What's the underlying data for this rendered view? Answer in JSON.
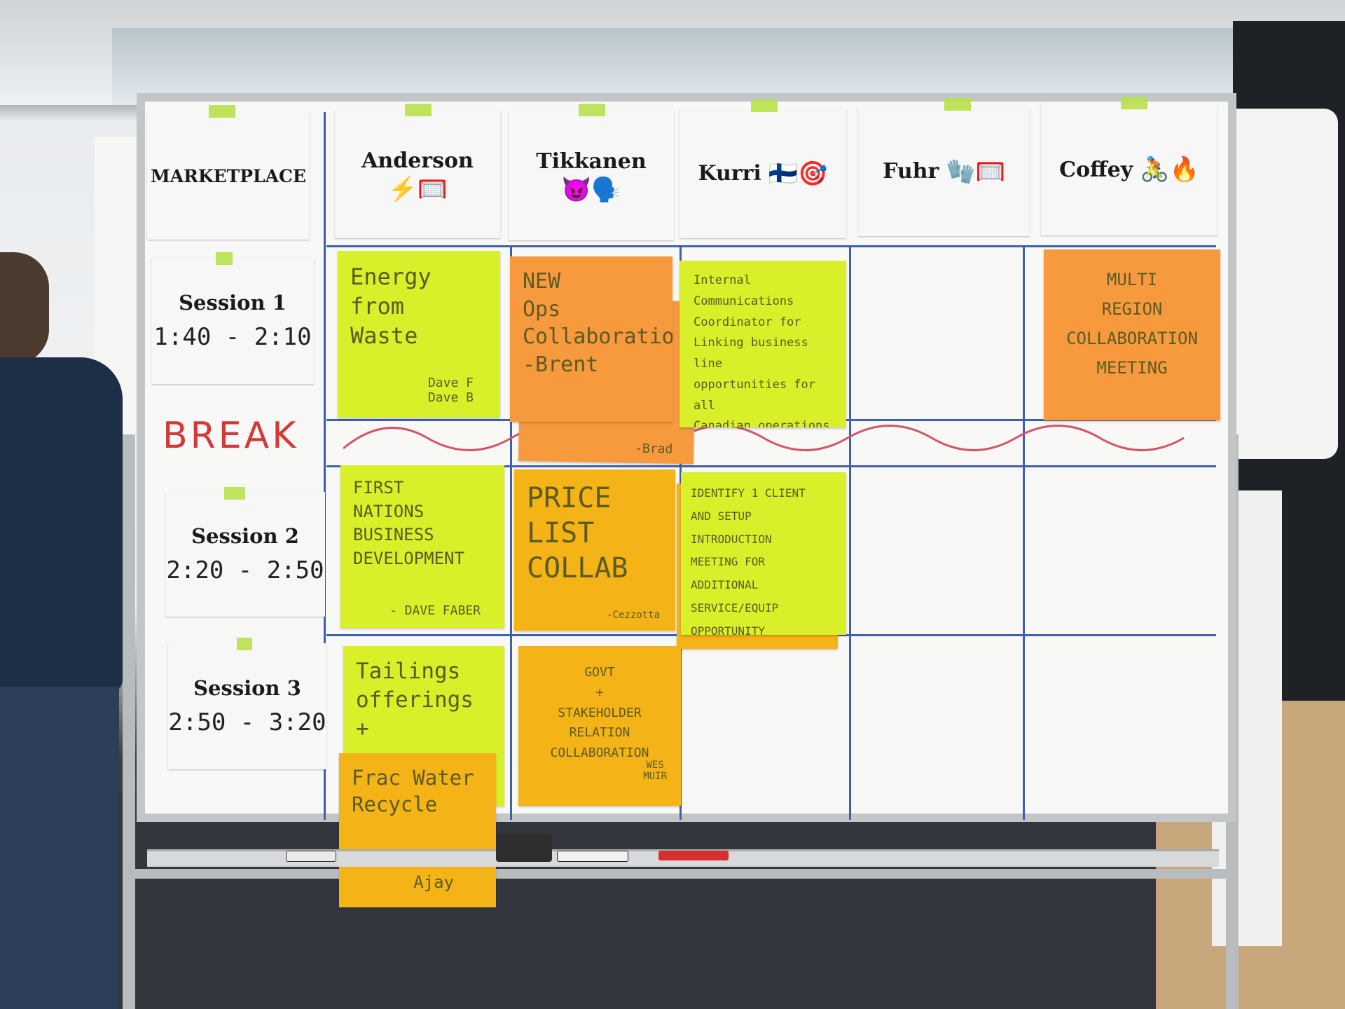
{
  "board": {
    "header": {
      "marketplace": "MARKETPLACE",
      "columns": [
        {
          "name": "Anderson",
          "icons": "⚡🥅"
        },
        {
          "name": "Tikkanen",
          "icons": "😈🗣️"
        },
        {
          "name": "Kurri",
          "icons": "🇫🇮🎯"
        },
        {
          "name": "Fuhr",
          "icons": "🧤🥅"
        },
        {
          "name": "Coffey",
          "icons": "🚴🔥"
        }
      ]
    },
    "rows": [
      {
        "session": "Session 1",
        "time": "1:40 - 2:10"
      },
      {
        "session": "Session 2",
        "time": "2:20 - 2:50"
      },
      {
        "session": "Session 3",
        "time": "2:50 - 3:20"
      }
    ],
    "break_label": "BREAK",
    "stickies": {
      "s1_anderson": {
        "text": "Energy from\nWaste",
        "sig": "Dave F\nDave B"
      },
      "s1_tikkanen": {
        "text": "NEW\n      Ops\nCollaborations\n        -Brent",
        "sig": "-Brad"
      },
      "s1_kurri": {
        "text": "Internal\nCommunications\nCoordinator for\nLinking business line\nopportunities for all\nCanadian operations"
      },
      "s1_coffey": {
        "text": "MULTI\nREGION\nCOLLABORATION\nMEETING"
      },
      "s2_anderson": {
        "text": "FIRST\nNATIONS\nBUSINESS\nDEVELOPMENT",
        "sig": "- DAVE FABER"
      },
      "s2_tikkanen": {
        "text": "PRICE\nLIST\nCOLLAB",
        "sig": "-Cezzotta"
      },
      "s2_kurri": {
        "text": "IDENTIFY 1 CLIENT\nAND SETUP\nINTRODUCTION\nMEETING FOR\nADDITIONAL SERVICE/EQUIP\nOPPORTUNITY"
      },
      "s3_anderson": {
        "text": "Tailings\nofferings +"
      },
      "s3_anderson_b": {
        "text": "Frac Water\nRecycle",
        "sig": "Ajay"
      },
      "s3_tikkanen": {
        "text": "GOVT\n+\nSTAKEHOLDER\nRELATION\nCOLLABORATION",
        "sig": "WES\nMUIR"
      }
    }
  },
  "colors": {
    "lime": "#d9ef2a",
    "orange": "#f79a3e",
    "amber": "#f4b316",
    "grid_line": "#3f5fb0",
    "break_red": "#d23a3a"
  }
}
